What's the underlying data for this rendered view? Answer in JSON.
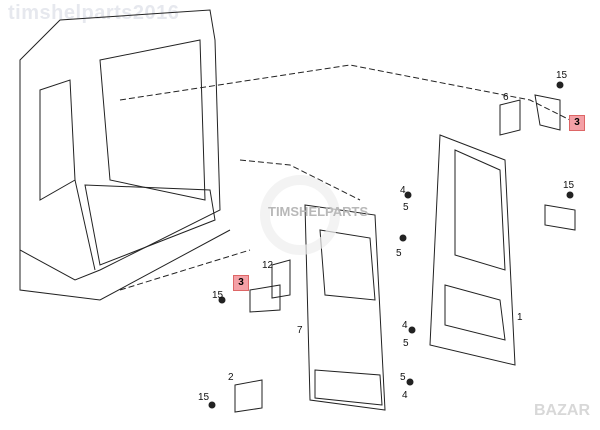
{
  "watermark": "timshelparts2016",
  "center_watermark": "TIMSHELPARTS",
  "corner_logo": "BAZAR",
  "callouts": [
    {
      "id": "15",
      "text": "15"
    },
    {
      "id": "6",
      "text": "6"
    },
    {
      "id": "3a",
      "text": "3",
      "highlight": true
    },
    {
      "id": "15b",
      "text": "15"
    },
    {
      "id": "4a",
      "text": "4"
    },
    {
      "id": "5a",
      "text": "5"
    },
    {
      "id": "5b",
      "text": "5"
    },
    {
      "id": "12",
      "text": "12"
    },
    {
      "id": "3b",
      "text": "3",
      "highlight": true
    },
    {
      "id": "15c",
      "text": "15"
    },
    {
      "id": "7",
      "text": "7"
    },
    {
      "id": "1",
      "text": "1"
    },
    {
      "id": "4b",
      "text": "4"
    },
    {
      "id": "5c",
      "text": "5"
    },
    {
      "id": "5d",
      "text": "5"
    },
    {
      "id": "4c",
      "text": "4"
    },
    {
      "id": "15d",
      "text": "15"
    },
    {
      "id": "2",
      "text": "2"
    }
  ],
  "colors": {
    "highlight": "#f4a0a6",
    "line": "#222222"
  }
}
